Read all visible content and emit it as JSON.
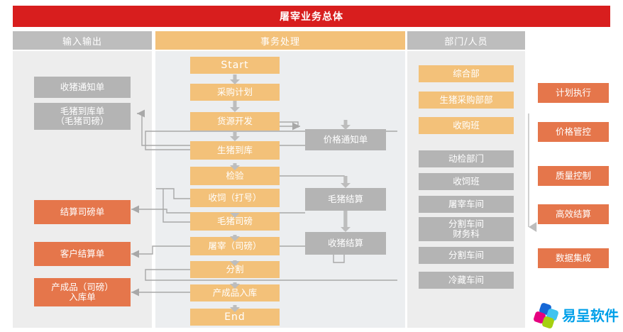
{
  "title": "屠宰业务总体",
  "columns": {
    "io": "输入输出",
    "process": "事务处理",
    "dept": "部门/人员"
  },
  "io_nodes": [
    {
      "label": "收猪通知单",
      "style": "gray"
    },
    {
      "label": "毛猪到库单\n（毛猪司磅）",
      "style": "gray"
    },
    {
      "label": "结算司磅单",
      "style": "accent"
    },
    {
      "label": "客户结算单",
      "style": "accent"
    },
    {
      "label": "产成品（司磅）\n入库单",
      "style": "accent"
    }
  ],
  "process_nodes": [
    {
      "label": "Start",
      "style": "start"
    },
    {
      "label": "采购计划",
      "style": "orange"
    },
    {
      "label": "货源开发",
      "style": "orange"
    },
    {
      "label": "生猪到库",
      "style": "orange"
    },
    {
      "label": "检验",
      "style": "orange"
    },
    {
      "label": "收饲（打号）",
      "style": "orange"
    },
    {
      "label": "毛猪司磅",
      "style": "orange"
    },
    {
      "label": "屠宰（司磅）",
      "style": "orange"
    },
    {
      "label": "分割",
      "style": "orange"
    },
    {
      "label": "产成品入库",
      "style": "orange"
    },
    {
      "label": "End",
      "style": "start"
    }
  ],
  "process_side_nodes": [
    {
      "label": "价格通知单",
      "style": "gray"
    },
    {
      "label": "毛猪结算",
      "style": "gray"
    },
    {
      "label": "收猪结算",
      "style": "gray"
    }
  ],
  "dept_nodes": [
    {
      "label": "综合部",
      "style": "orange"
    },
    {
      "label": "生猪采购部部",
      "style": "orange"
    },
    {
      "label": "收购班",
      "style": "orange"
    },
    {
      "label": "动检部门",
      "style": "gray"
    },
    {
      "label": "收饲班",
      "style": "gray"
    },
    {
      "label": "屠宰车间",
      "style": "gray"
    },
    {
      "label": "分割车间\n财务科",
      "style": "gray"
    },
    {
      "label": "分割车间",
      "style": "gray"
    },
    {
      "label": "冷藏车间",
      "style": "gray"
    }
  ],
  "value_nodes": [
    {
      "label": "计划执行",
      "style": "accent"
    },
    {
      "label": "价格管控",
      "style": "accent"
    },
    {
      "label": "质量控制",
      "style": "accent"
    },
    {
      "label": "高效结算",
      "style": "accent"
    },
    {
      "label": "数据集成",
      "style": "accent"
    }
  ],
  "logo": {
    "text": "易呈软件"
  },
  "colors": {
    "title_red": "#d81e1e",
    "orange": "#f3c179",
    "accent": "#e5764b",
    "gray": "#b4b4b4",
    "lane": "#ededed",
    "wire": "#a8a8a8"
  }
}
